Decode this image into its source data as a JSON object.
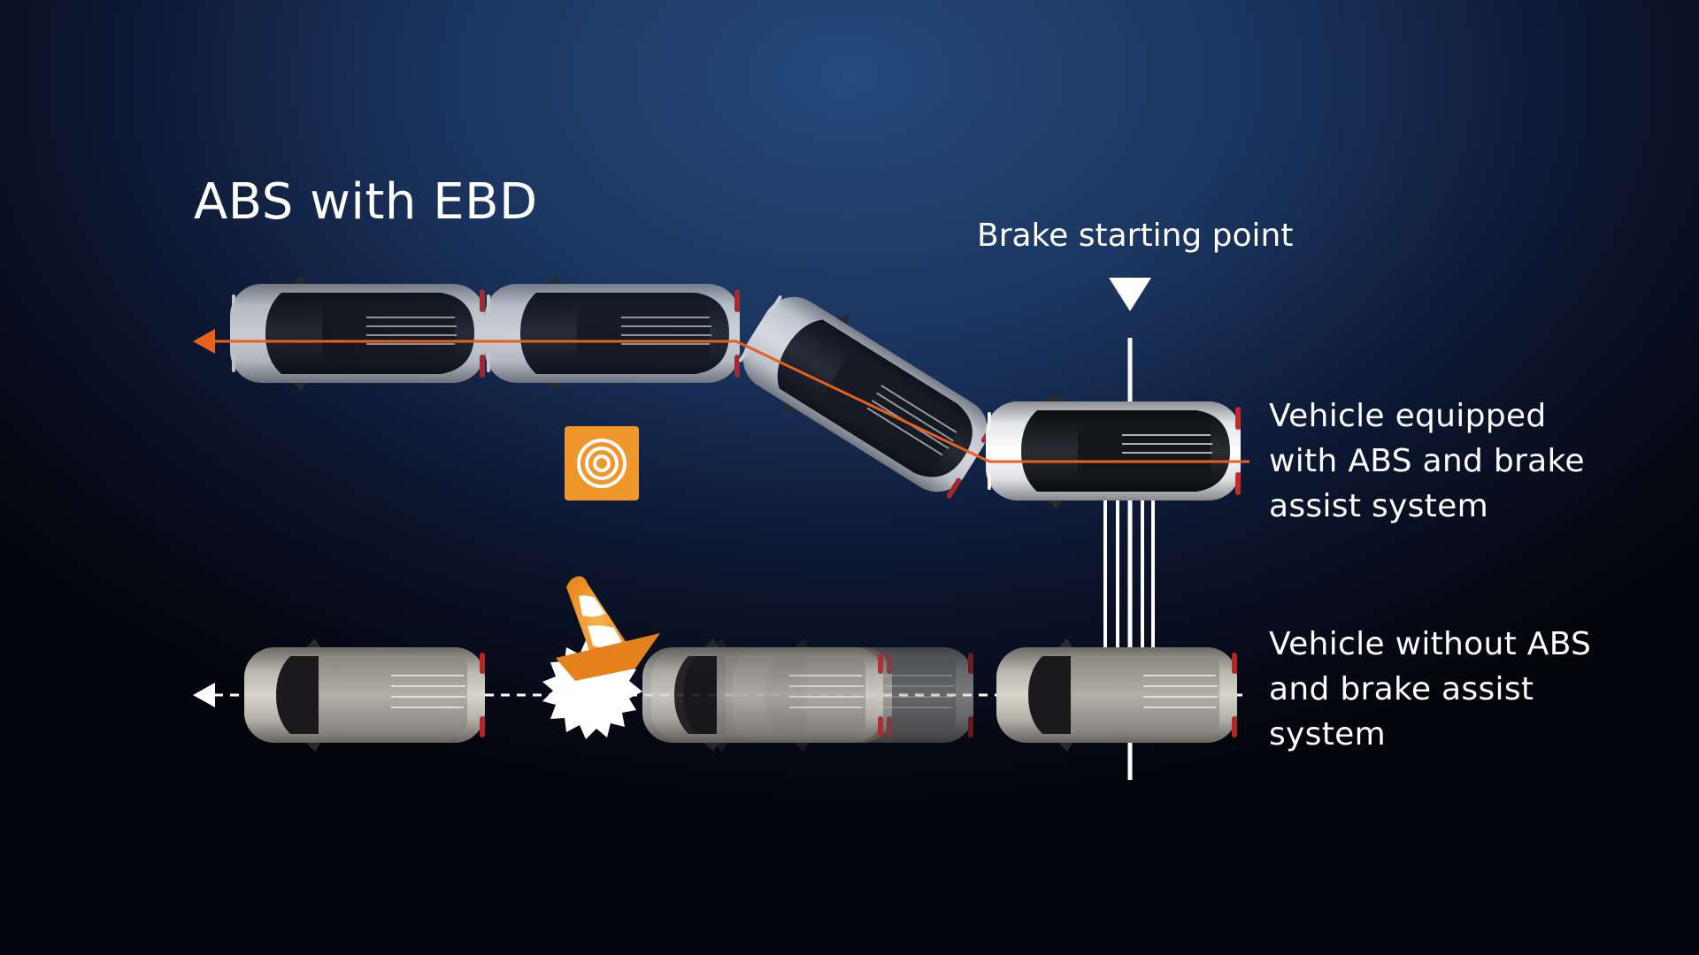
{
  "diagram": {
    "title": "ABS with EBD",
    "brake_point_label": "Brake starting point",
    "vehicle_with_abs": {
      "lines": [
        "Vehicle equipped",
        "with ABS and brake",
        "assist system"
      ]
    },
    "vehicle_without_abs": {
      "lines": [
        "Vehicle without ABS",
        "and brake assist",
        "system"
      ]
    }
  },
  "colors": {
    "path_with_abs": "#e8601c",
    "path_without_abs": "#ffffff",
    "obstacle_icon": "#f0972c",
    "cone_orange": "#f28c1e"
  },
  "icons": [
    "traffic-cone-icon",
    "obstacle-target-icon",
    "impact-burst-icon",
    "brake-point-marker-icon"
  ]
}
